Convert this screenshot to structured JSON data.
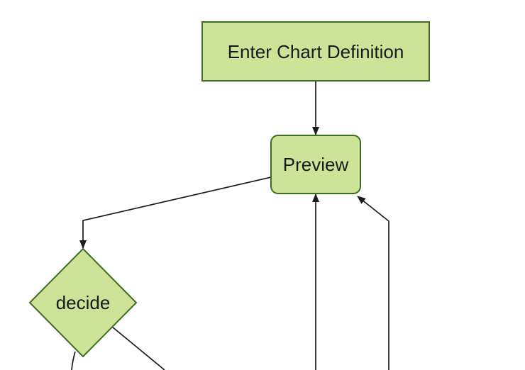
{
  "colors": {
    "background": "#ffffff",
    "node_fill": "#cde498",
    "node_stroke": "#3e6b26",
    "edge": "#1c1c1c",
    "text": "#1a1a1a"
  },
  "diagram": {
    "type": "flowchart",
    "direction": "top-down",
    "nodes": [
      {
        "id": "A",
        "label": "Enter Chart Definition",
        "shape": "rectangle"
      },
      {
        "id": "B",
        "label": "Preview",
        "shape": "rounded-rectangle"
      },
      {
        "id": "C",
        "label": "decide",
        "shape": "diamond"
      }
    ],
    "edges": [
      {
        "from": "A",
        "to": "B",
        "arrow": true
      },
      {
        "from": "B",
        "to": "C",
        "arrow": true
      },
      {
        "from": "offscreen-bottom-1",
        "to": "B",
        "arrow": true
      },
      {
        "from": "offscreen-bottom-2",
        "to": "B",
        "arrow": true
      },
      {
        "from": "C",
        "to": "offscreen-bottom-left",
        "arrow": false
      },
      {
        "from": "C",
        "to": "offscreen-bottom-right",
        "arrow": false
      }
    ]
  }
}
